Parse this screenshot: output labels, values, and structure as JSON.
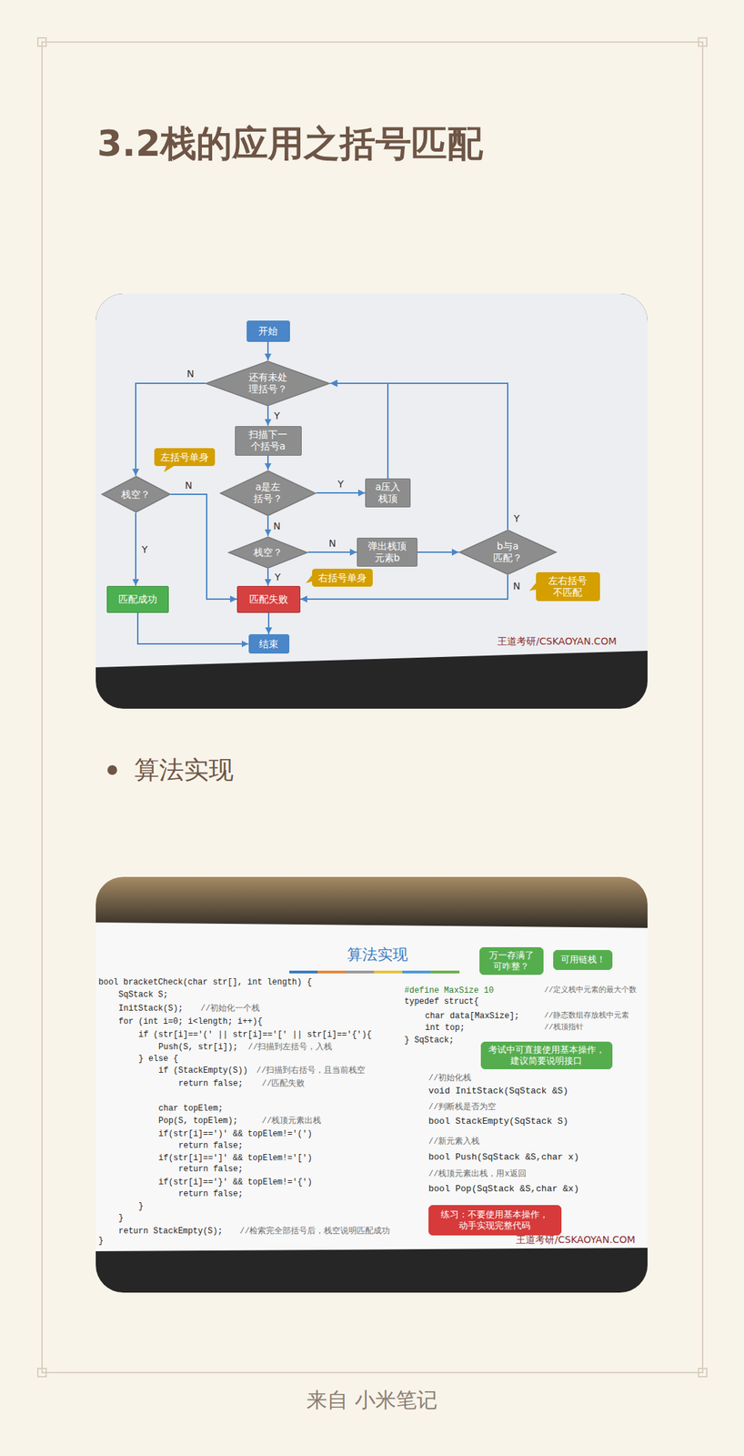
{
  "diagram": {
    "title": "3.2栈的应用之括号匹配",
    "nodes": [
      {
        "text": [
          "开始"
        ]
      },
      {
        "text": [
          "还有未处 理括号？"
        ]
      },
      {
        "text": [
          "扫描下一 个括号a"
        ]
      },
      {
        "text": [
          "左括号单身"
        ]
      },
      {
        "text": [
          "栈空？"
        ]
      },
      {
        "text": [
          "a是左 括号？"
        ]
      },
      {
        "text": [
          "a压入 栈顶"
        ]
      },
      {
        "text": [
          "栈空？"
        ]
      },
      {
        "text": [
          "弹出栈顶 元素b"
        ]
      },
      {
        "text": [
          "b与a 匹配？"
        ]
      },
      {
        "text": [
          "右括号单身"
        ]
      },
      {
        "text": [
          "左右括号 不匹配"
        ]
      },
      {
        "text": [
          "匹配成功"
        ]
      },
      {
        "text": [
          "匹配失败"
        ]
      },
      {
        "text": [
          "结束"
        ]
      },
      {
        "text": [
          "万一存满了 可咋整？"
        ]
      },
      {
        "text": [
          "可用链栈！"
        ]
      },
      {
        "text": [
          "考试中可直接使用基本操作， 建议简要说明接口"
        ]
      },
      {
        "text": [
          "练习：不要使用基本操作， 动手实现完整代码"
        ]
      }
    ],
    "edges": [
      {
        "from": 0,
        "to": 1,
        "arrow": "to"
      },
      {
        "from": 1,
        "to": 2,
        "label": "Y",
        "arrow": "to"
      },
      {
        "from": 1,
        "to": 4,
        "label": "N",
        "arrow": "to"
      },
      {
        "from": 2,
        "to": 5,
        "arrow": "to"
      },
      {
        "from": 5,
        "to": 6,
        "label": "Y",
        "arrow": "to"
      },
      {
        "from": 6,
        "to": 1,
        "arrow": "to"
      },
      {
        "from": 5,
        "to": 7,
        "label": "N",
        "arrow": "to"
      },
      {
        "from": 7,
        "to": 8,
        "label": "N",
        "arrow": "to"
      },
      {
        "from": 7,
        "to": 13,
        "label": "Y",
        "arrow": "to"
      },
      {
        "from": 8,
        "to": 9,
        "arrow": "to"
      },
      {
        "from": 9,
        "to": 1,
        "label": "Y",
        "arrow": "to"
      },
      {
        "from": 9,
        "to": 13,
        "label": "N",
        "arrow": "to"
      },
      {
        "from": 4,
        "to": 12,
        "label": "Y",
        "arrow": "to"
      },
      {
        "from": 4,
        "to": 13,
        "label": "N",
        "arrow": "to"
      },
      {
        "from": 12,
        "to": 14,
        "arrow": "to"
      },
      {
        "from": 13,
        "to": 14,
        "arrow": "to"
      }
    ],
    "labels": [
      "算法实现",
      "王道考研/CSKAOYAN.COM",
      "算法实现",
      "bool bracketCheck(char str[], int length) {",
      "SqStack S;",
      "InitStack(S);",
      "//初始化一个栈",
      "for (int i=0; i<length; i++){",
      "if (str[i]=='(' || str[i]=='[' || str[i]=='{'){",
      "Push(S, str[i]);",
      "//扫描到左括号，入栈",
      "} else {",
      "if (StackEmpty(S))",
      "//扫描到右括号，且当前栈空",
      "return false;",
      "//匹配失败",
      "char topElem;",
      "Pop(S, topElem);",
      "//栈顶元素出栈",
      "if(str[i]==')' && topElem!='(')",
      "return false;",
      "if(str[i]==']' && topElem!='[')",
      "return false;",
      "if(str[i]=='}' && topElem!='{')",
      "return false;",
      "}",
      "}",
      "return StackEmpty(S);",
      "//检索完全部括号后，栈空说明匹配成功",
      "}",
      "#define MaxSize 10",
      "//定义栈中元素的最大个数",
      "typedef struct{",
      "char data[MaxSize];",
      "//静态数组存放栈中元素",
      "int top;",
      "//栈顶指针",
      "} SqStack;",
      "//初始化栈",
      "void InitStack(SqStack &S)",
      "//判断栈是否为空",
      "bool StackEmpty(SqStack S)",
      "//新元素入栈",
      "bool Push(SqStack &S,char x)",
      "//栈顶元素出栈，用x返回",
      "bool Pop(SqStack &S,char &x)",
      "王道考研/CSKAOYAN.COM",
      "来自 小米笔记"
    ]
  }
}
